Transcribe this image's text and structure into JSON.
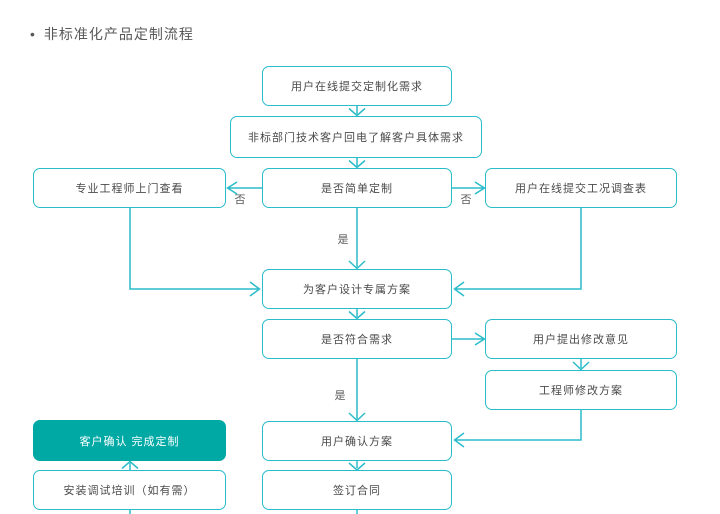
{
  "title": {
    "bullet": "•",
    "text": "非标准化产品定制流程"
  },
  "colors": {
    "connector_line": "#2bbcca",
    "node_border": "#2bbcca",
    "node_text": "#4a4a4a",
    "highlight_fill": "#00a9a4",
    "highlight_text": "#ffffff",
    "label_text": "#595959",
    "background": "#ffffff"
  },
  "nodes": {
    "submit_requirements": {
      "label": "用户在线提交定制化需求"
    },
    "callback": {
      "label": "非标部门技术客户回电了解客户具体需求"
    },
    "simple_custom_decision": {
      "label": "是否简单定制"
    },
    "engineer_visit": {
      "label": "专业工程师上门查看"
    },
    "survey_form": {
      "label": "用户在线提交工况调查表"
    },
    "design_solution": {
      "label": "为客户设计专属方案"
    },
    "meets_needs_decision": {
      "label": "是否符合需求"
    },
    "feedback": {
      "label": "用户提出修改意见"
    },
    "revise_solution": {
      "label": "工程师修改方案"
    },
    "confirm_solution": {
      "label": "用户确认方案"
    },
    "sign_contract": {
      "label": "签订合同"
    },
    "complete": {
      "label": "客户确认 完成定制"
    },
    "install_training": {
      "label": "安装调试培训（如有需）"
    }
  },
  "edge_labels": {
    "no_left": "否",
    "no_right": "否",
    "yes_design": "是",
    "yes_confirm": "是"
  }
}
